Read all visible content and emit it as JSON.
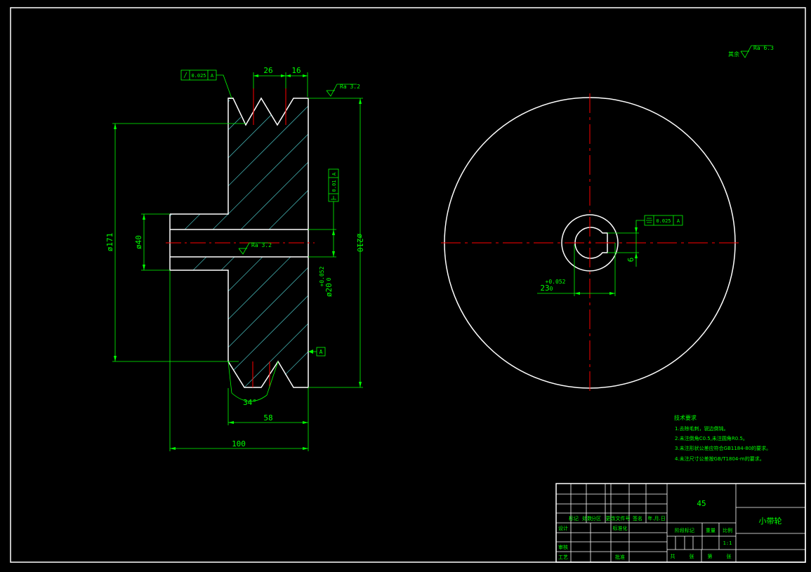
{
  "surface_finish": {
    "rest_label": "其余",
    "rest_value": "Ra 6.3",
    "groove_value": "Ra 3.2",
    "bore_value": "Ra 3.2"
  },
  "tolerances": {
    "runout": {
      "value": "0.025",
      "datum": "A"
    },
    "perpendicularity": {
      "value": "0.01",
      "datum": "A"
    },
    "symmetry": {
      "value": "0.025",
      "datum": "A"
    },
    "datum_label": "A"
  },
  "dimensions": {
    "groove_pitch": "26",
    "groove_edge": "16",
    "dia_171": "ø171",
    "dia_40": "ø40",
    "dia_210": "ø210",
    "bore_dia": "ø20",
    "bore_tol_upper": "+0.052",
    "bore_tol_lower": "0",
    "groove_angle": "34°",
    "hub_width": "58",
    "total_width": "100",
    "key_depth": "23",
    "key_tol_upper": "+0.052",
    "key_tol_lower": "0",
    "key_width": "6"
  },
  "tech_requirements": {
    "title": "技术要求",
    "items": [
      "1.去除毛刺，锐边倒钝。",
      "2.未注倒角C0.5,未注圆角R0.5。",
      "3.未注形状公差应符合GB1184-80的要求。",
      "4.未注尺寸公差按GB/T1804-m的要求。"
    ]
  },
  "title_block": {
    "material": "45",
    "part_name": "小带轮",
    "scale": "1:1",
    "labels": {
      "mark": "标记",
      "count": "处数",
      "zone": "分区",
      "change_doc": "更改文件号",
      "signature": "签名",
      "date": "年.月.日",
      "design": "设计",
      "standardize": "标准化",
      "review": "审核",
      "process": "工艺",
      "approve": "批准",
      "stage_mark": "阶段标记",
      "weight": "重量",
      "scale_label": "比例",
      "total": "共",
      "sheet": "张",
      "page_of": "第",
      "page": "张"
    }
  }
}
